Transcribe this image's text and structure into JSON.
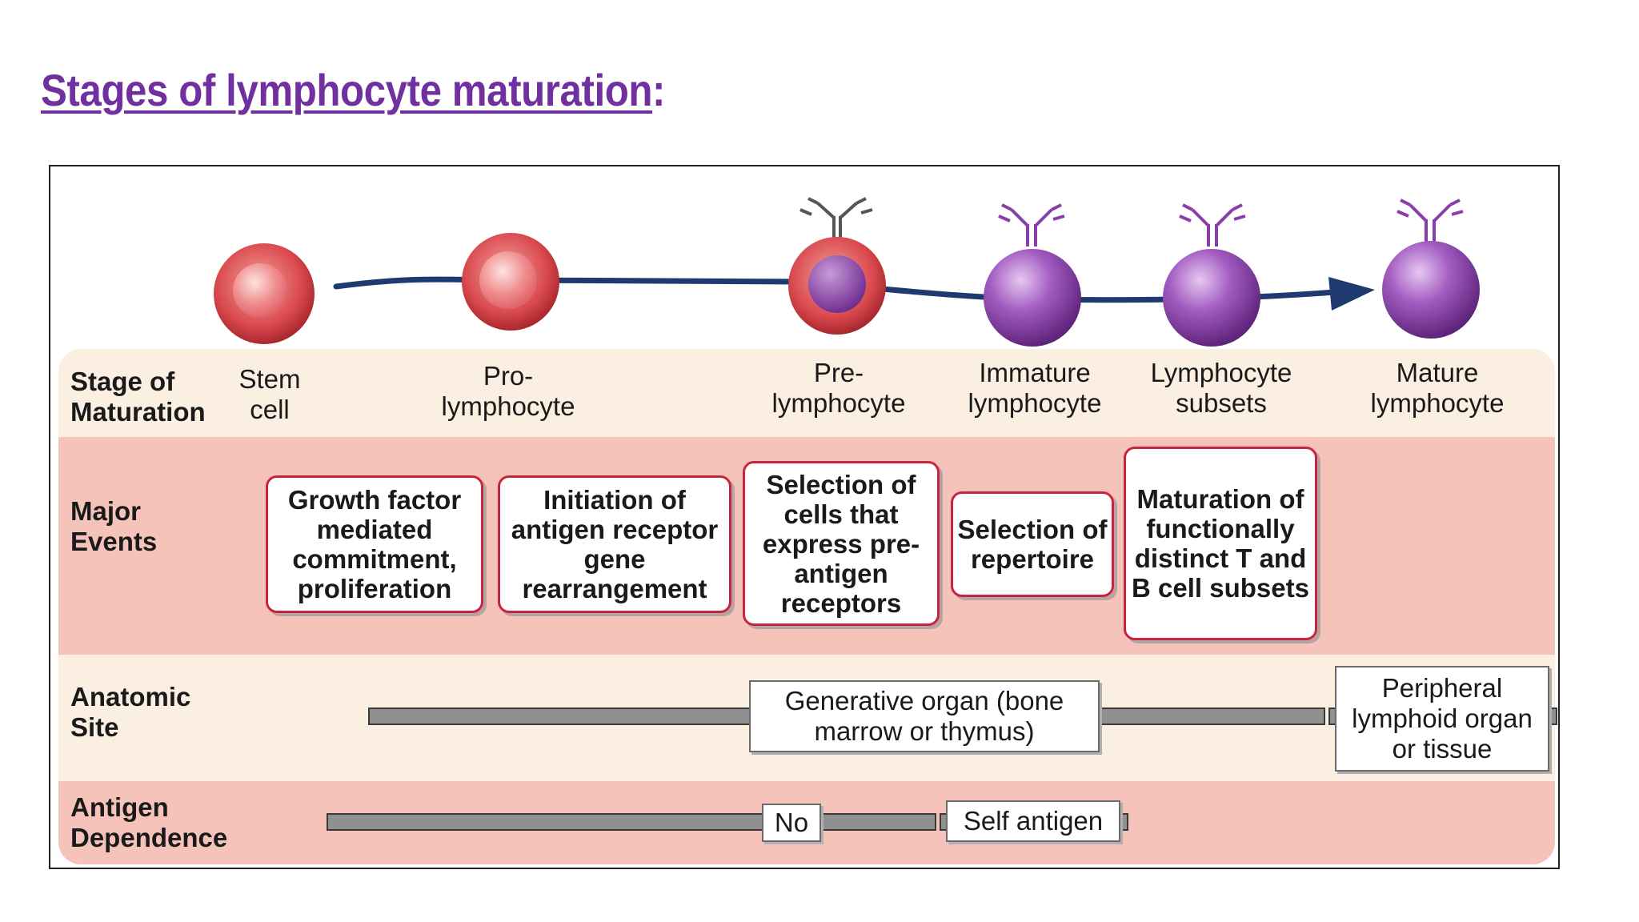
{
  "title": {
    "text": "Stages of lymphocyte maturation",
    "suffix": ":"
  },
  "rows": {
    "stage": "Stage of Maturation",
    "events": "Major Events",
    "site": "Anatomic Site",
    "antigen": "Antigen Dependence"
  },
  "stages": [
    {
      "label": "Stem cell"
    },
    {
      "label": "Pro-lymphocyte"
    },
    {
      "label": "Pre-lymphocyte"
    },
    {
      "label": "Immature lymphocyte"
    },
    {
      "label": "Lymphocyte subsets"
    },
    {
      "label": "Mature lymphocyte"
    }
  ],
  "events": [
    {
      "text": "Growth factor mediated commitment, proliferation"
    },
    {
      "text": "Initiation of antigen receptor gene rearrangement"
    },
    {
      "text": "Selection of cells that express pre-antigen receptors"
    },
    {
      "text": "Selection of repertoire"
    },
    {
      "text": "Maturation of functionally distinct T and B cell subsets"
    }
  ],
  "sites": {
    "generative": "Generative organ (bone marrow or thymus)",
    "peripheral": "Peripheral lymphoid organ or tissue"
  },
  "antigen": {
    "no": "No",
    "self": "Self antigen"
  },
  "colors": {
    "title": "#7030a0",
    "stem_cell": "#e8595e",
    "mature_cell": "#8a3fa8",
    "arrow": "#1f3a6e",
    "event_border": "#c8243c"
  }
}
